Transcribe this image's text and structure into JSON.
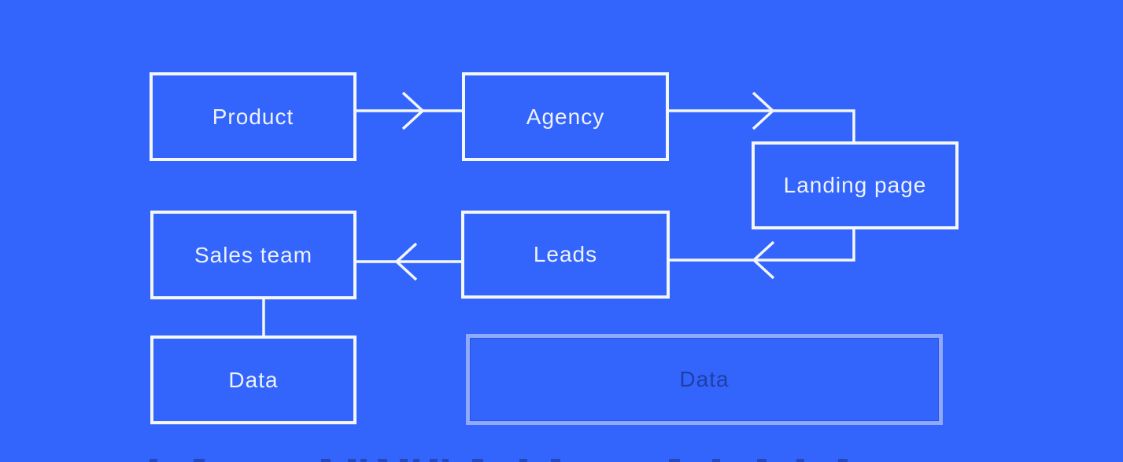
{
  "canvas": {
    "background_color": "#3365FC",
    "stroke_color": "#F3F6FB",
    "ghost_border_color": "rgba(255,255,255,0.45)",
    "ghost_text_color": "rgba(11,25,80,0.50)"
  },
  "diagram": {
    "nodes": [
      {
        "id": "product",
        "label": "Product"
      },
      {
        "id": "agency",
        "label": "Agency"
      },
      {
        "id": "landing-page",
        "label": "Landing page"
      },
      {
        "id": "leads",
        "label": "Leads"
      },
      {
        "id": "sales-team",
        "label": "Sales team"
      },
      {
        "id": "data",
        "label": "Data"
      },
      {
        "id": "data-placeholder",
        "label": "Data",
        "state": "ghost"
      }
    ],
    "edges": [
      {
        "from": "product",
        "to": "agency",
        "shape": "straight-right",
        "arrowhead": "open-chevron"
      },
      {
        "from": "agency",
        "to": "landing-page",
        "shape": "right-then-down",
        "arrowhead": "open-chevron"
      },
      {
        "from": "landing-page",
        "to": "leads",
        "shape": "down-then-left",
        "arrowhead": "open-chevron"
      },
      {
        "from": "leads",
        "to": "sales-team",
        "shape": "straight-left",
        "arrowhead": "open-chevron"
      },
      {
        "from": "sales-team",
        "to": "data",
        "shape": "straight-down",
        "arrowhead": "none"
      }
    ]
  }
}
